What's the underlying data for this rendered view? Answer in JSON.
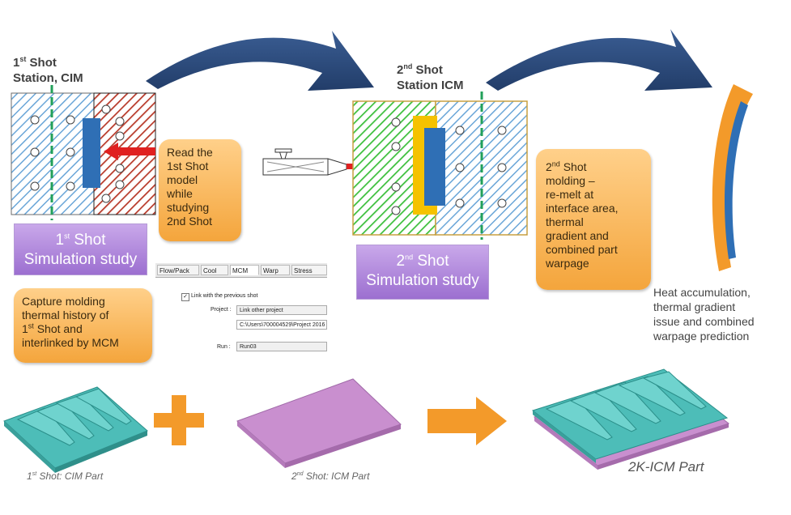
{
  "station1": {
    "title_num": "1",
    "title_sup": "st",
    "title_rest": " Shot",
    "title_line2": "Station, CIM"
  },
  "station2": {
    "title_num": "2",
    "title_sup": "nd",
    "title_rest": " Shot",
    "title_line2": "Station ICM"
  },
  "read_box": {
    "lines": [
      "Read the",
      "1st Shot",
      "model",
      "while",
      "studying",
      "2nd Shot"
    ]
  },
  "study1": {
    "num": "1",
    "sup": "st",
    "rest": " Shot",
    "line2": "Simulation study"
  },
  "study2": {
    "num": "2",
    "sup": "nd",
    "rest": "  Shot",
    "line2": "Simulation study"
  },
  "capture_box": {
    "line1": "Capture molding",
    "line2": "thermal history of",
    "num": "1",
    "sup": "st",
    "line3_rest": " Shot and",
    "line4": "interlinked by MCM"
  },
  "second_molding_box": {
    "num": "2",
    "sup": "nd",
    "line1_rest": " Shot",
    "lines": [
      "molding –",
      "  re-melt at",
      "interface area,",
      "thermal",
      "gradient and",
      "combined part",
      "warpage"
    ]
  },
  "heat_text": {
    "lines": [
      "Heat accumulation,",
      "thermal gradient",
      "issue and combined",
      "warpage prediction"
    ]
  },
  "software_panel": {
    "tabs": [
      "Flow/Pack",
      "Cool",
      "MCM",
      "Warp",
      "Stress"
    ],
    "checkbox_label": "Link with the previous shot",
    "project_label": "Project :",
    "project_value": "Link other project",
    "path_value": "C:\\Users\\700004529\\Project 2016",
    "run_label": "Run :",
    "run_value": "Run03"
  },
  "captions": {
    "cim_num": "1",
    "cim_sup": "st",
    "cim_rest": " Shot: CIM Part",
    "icm_num": "2",
    "icm_sup": "nd",
    "icm_rest": " Shot: ICM Part",
    "final": "2K-ICM Part"
  },
  "colors": {
    "arrow_blue": "#2c4b7c",
    "orange": "#f39a2a",
    "purple": "#a57ad6",
    "teal": "#4dbdb8",
    "pink": "#c98fcf",
    "red": "#e02020",
    "blue_part": "#2f6fb5",
    "green_hatch": "#3cbf3c",
    "blue_hatch": "#6aa6d8",
    "red_hatch": "#b83a2a"
  }
}
